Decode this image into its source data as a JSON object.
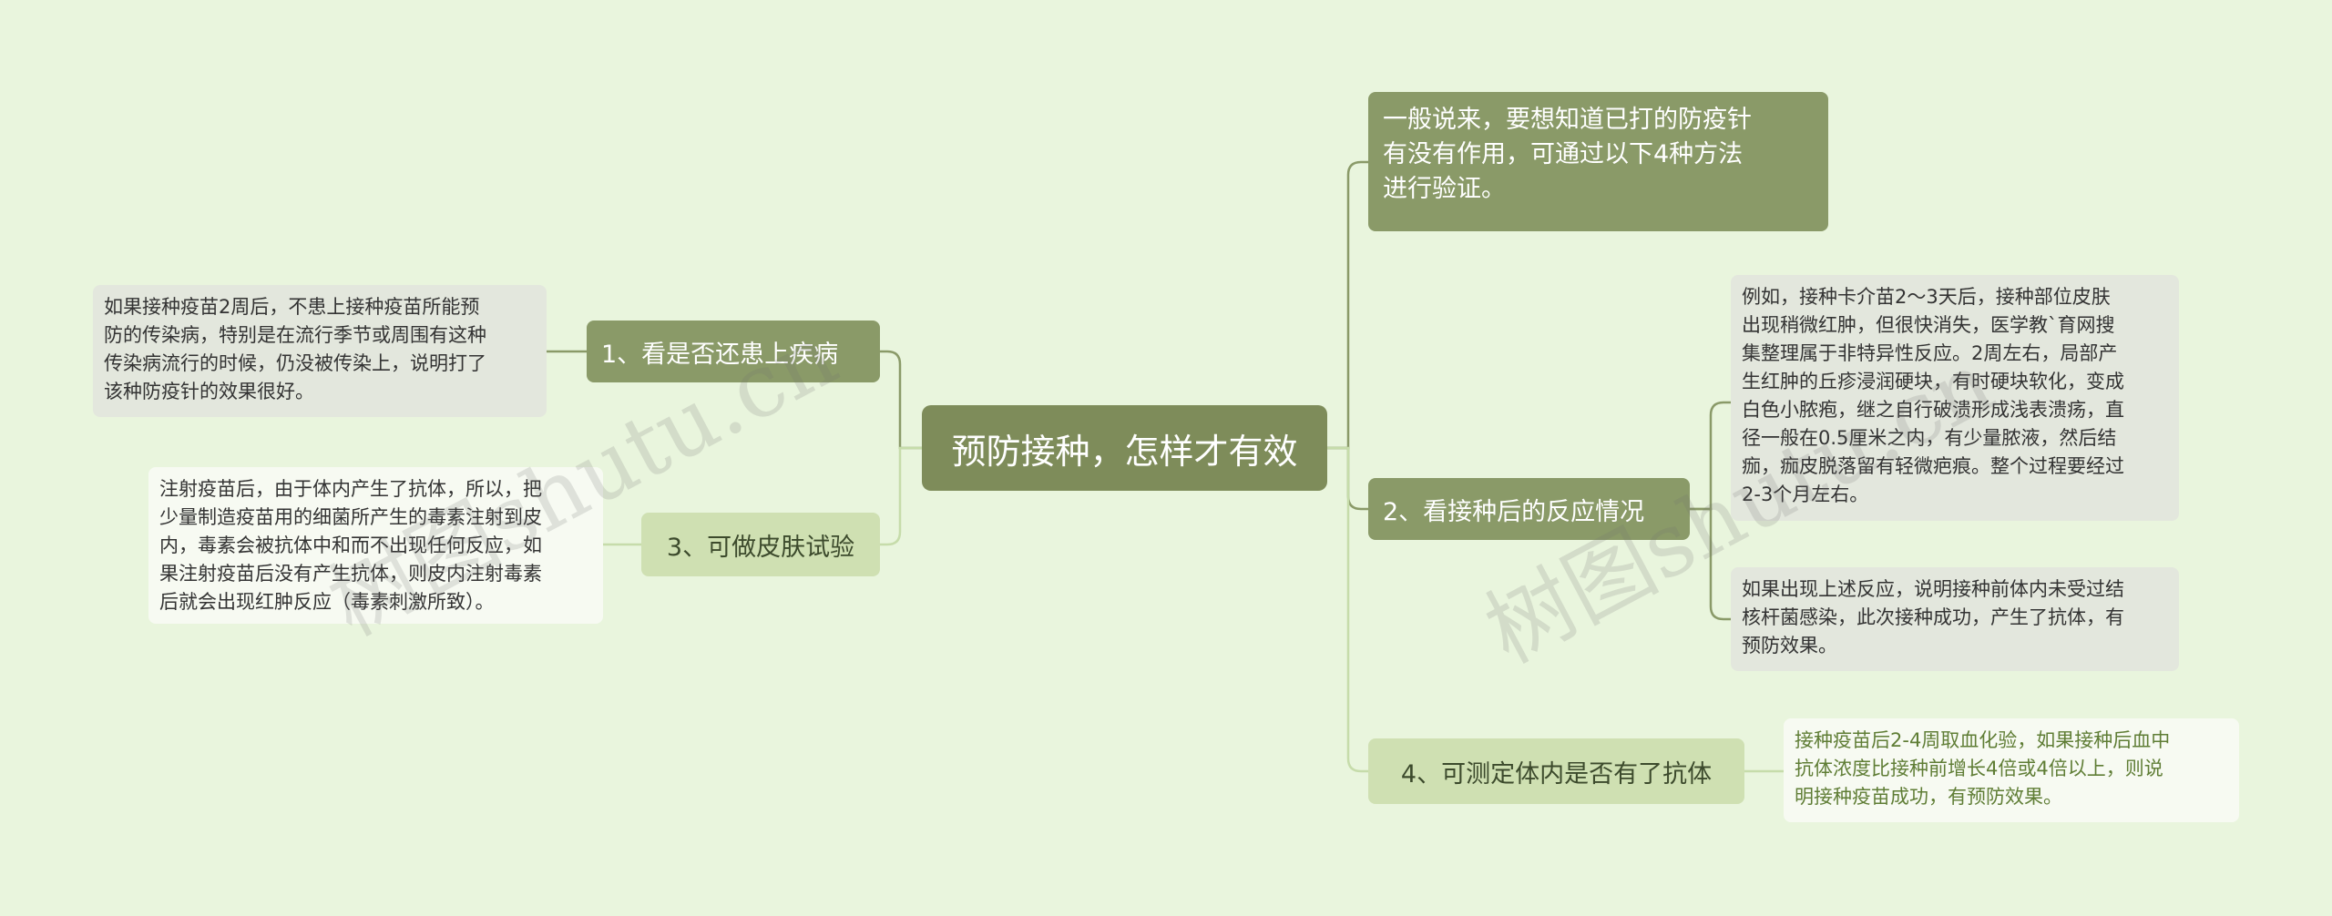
{
  "center": {
    "label": "预防接种，怎样才有效"
  },
  "intro": {
    "text": "一般说来，要想知道已打的防疫针\n有没有作用，可通过以下4种方法\n进行验证。"
  },
  "branches": [
    {
      "label": "1、看是否还患上疾病"
    },
    {
      "label": "2、看接种后的反应情况"
    },
    {
      "label": "3、可做皮肤试验"
    },
    {
      "label": "4、可测定体内是否有了抗体"
    }
  ],
  "leaves": [
    {
      "text": "如果接种疫苗2周后，不患上接种疫苗所能预\n防的传染病，特别是在流行季节或周围有这种\n传染病流行的时候，仍没被传染上，说明打了\n该种防疫针的效果很好。"
    },
    {
      "text": "注射疫苗后，由于体内产生了抗体，所以，把\n少量制造疫苗用的细菌所产生的毒素注射到皮\n内，毒素会被抗体中和而不出现任何反应，如\n果注射疫苗后没有产生抗体，则皮内注射毒素\n后就会出现红肿反应（毒素刺激所致）。"
    },
    {
      "text": "例如，接种卡介苗2～3天后，接种部位皮肤\n出现稍微红肿，但很快消失，医学教`育网搜\n集整理属于非特异性反应。2周左右，局部产\n生红肿的丘疹浸润硬块，有时硬块软化，变成\n白色小脓疱，继之自行破溃形成浅表溃疡，直\n径一般在0.5厘米之内，有少量脓液，然后结\n痂，痂皮脱落留有轻微疤痕。整个过程要经过\n2-3个月左右。"
    },
    {
      "text": "如果出现上述反应，说明接种前体内未受过结\n核杆菌感染，此次接种成功，产生了抗体，有\n预防效果。"
    },
    {
      "text": "接种疫苗后2-4周取血化验，如果接种后血中\n抗体浓度比接种前增长4倍或4倍以上，则说\n明接种疫苗成功，有预防效果。"
    }
  ],
  "watermarks": [
    "树图shutu.cn",
    "树图shutu.cn"
  ],
  "colors": {
    "background": "#e9f5dd",
    "center": "#7e8c5a",
    "branch_dark": "#8a9a68",
    "branch_light": "#cfe0b2",
    "line_dark": "#8a9a68",
    "line_light": "#c6dcaa"
  }
}
